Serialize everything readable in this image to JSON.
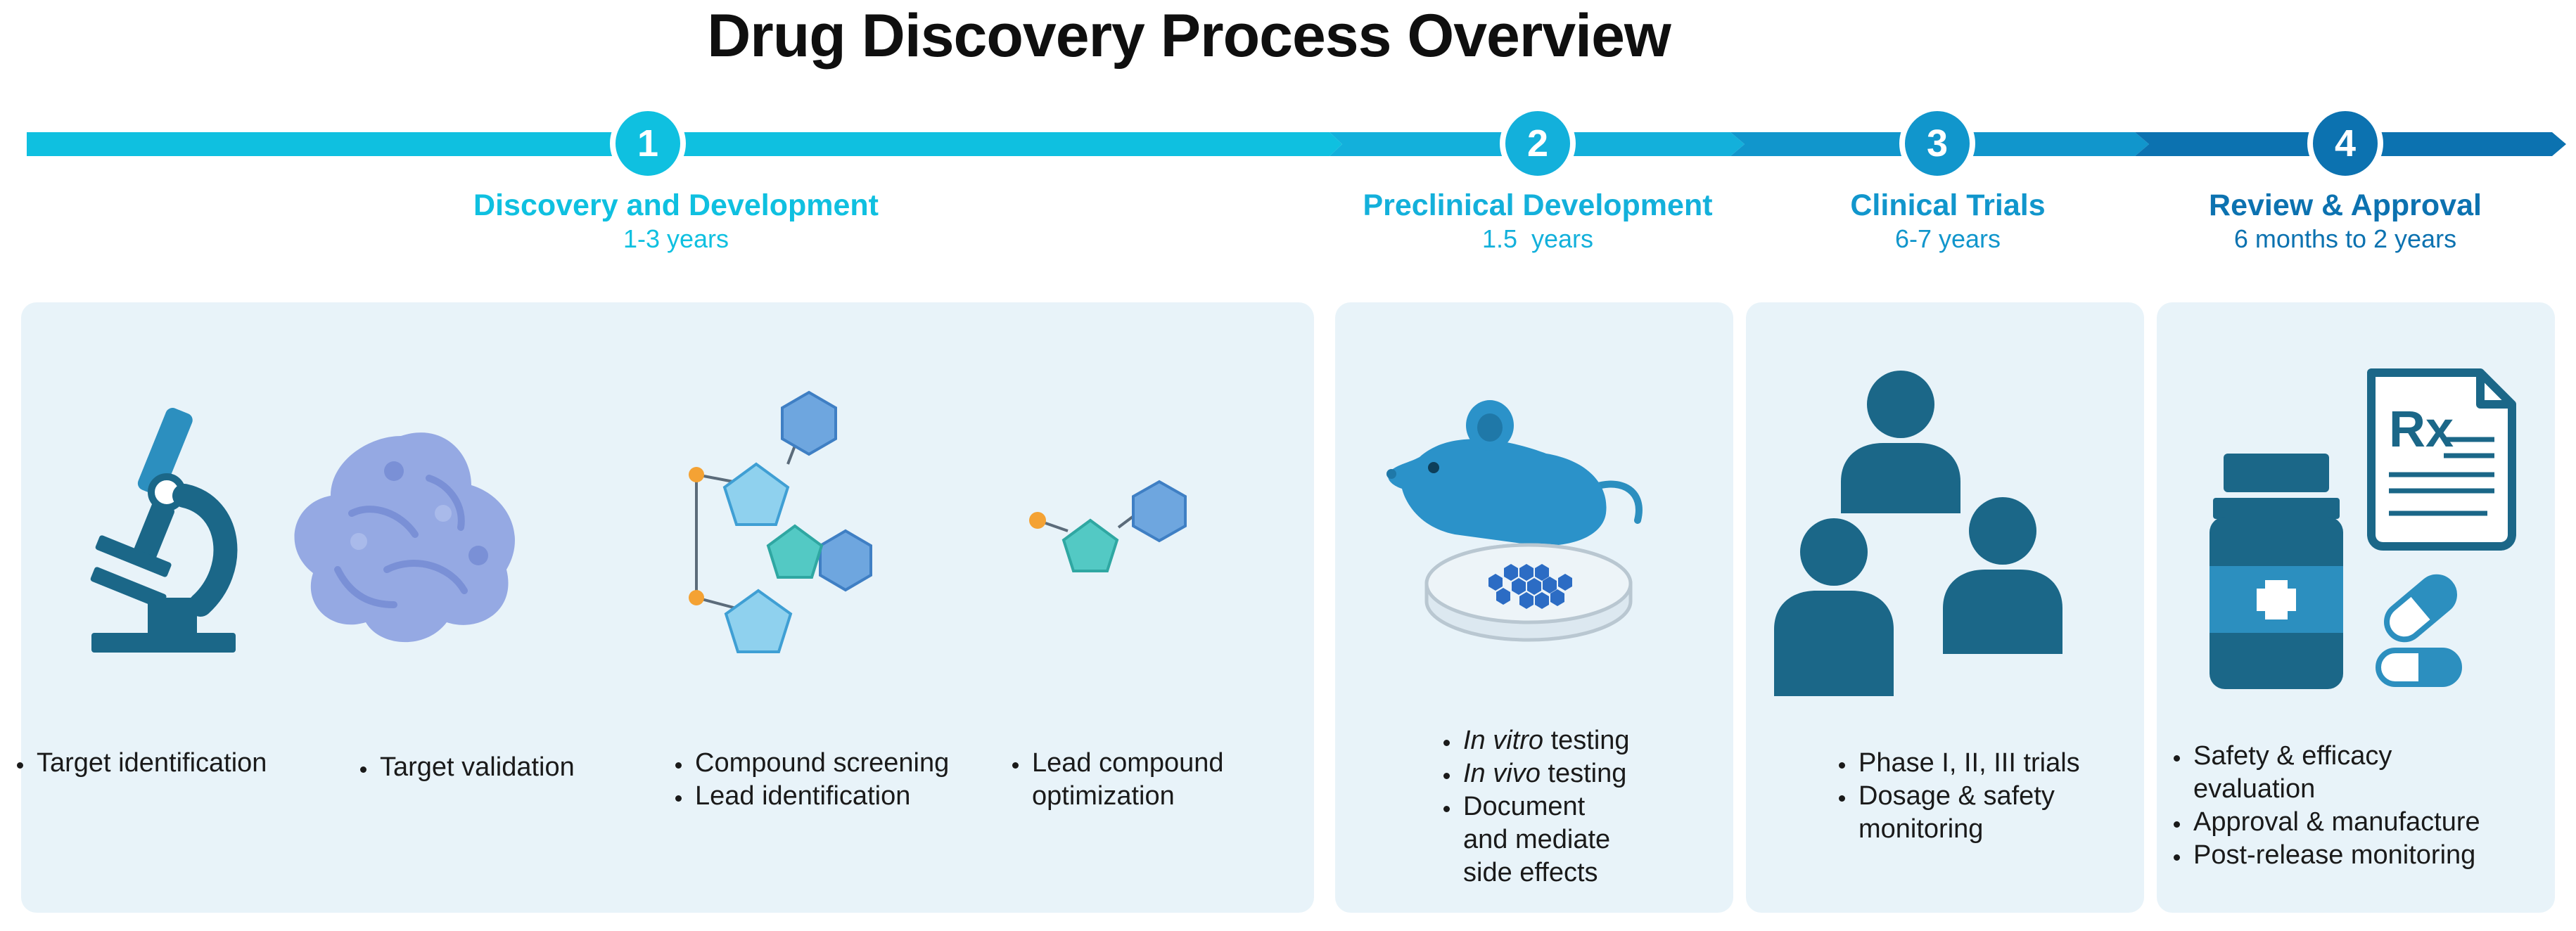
{
  "title": "Drug Discovery Process Overview",
  "colors": {
    "stage1": "#0fc0e0",
    "stage2": "#13b0db",
    "stage3": "#1196cc",
    "stage4": "#0c72b0",
    "panel_bg": "#e8f3f9",
    "icon_dark": "#1b6788",
    "icon_mid": "#2c8fbf",
    "orange_dot": "#f4a234",
    "hex_blue": "#6ea6df",
    "pent_light": "#8fd1ee",
    "teal": "#53c9c4"
  },
  "stages": [
    {
      "number": "1",
      "name": "Discovery and Development",
      "duration": "1-3 years"
    },
    {
      "number": "2",
      "name": "Preclinical Development",
      "duration": "1.5  years"
    },
    {
      "number": "3",
      "name": "Clinical Trials",
      "duration": "6-7 years"
    },
    {
      "number": "4",
      "name": "Review & Approval",
      "duration": "6 months to 2 years"
    }
  ],
  "discovery": {
    "steps": [
      {
        "icon": "microscope-icon",
        "bullets": [
          "Target identification"
        ]
      },
      {
        "icon": "protein-icon",
        "bullets": [
          "Target validation"
        ]
      },
      {
        "icon": "molecule-screening-icon",
        "bullets": [
          "Compound screening",
          "Lead identification"
        ]
      },
      {
        "icon": "lead-molecule-icon",
        "bullets": [
          "Lead compound",
          "optimization"
        ]
      }
    ]
  },
  "preclinical": {
    "icon": "mouse-petri-dish-icon",
    "bullets": [
      {
        "em": "In vitro",
        "text": " testing"
      },
      {
        "em": "In vivo",
        "text": " testing"
      },
      {
        "em": "",
        "text": "Document"
      }
    ],
    "continuation": [
      "and mediate",
      "side effects"
    ]
  },
  "clinical": {
    "icon": "people-group-icon",
    "bullets": [
      "Phase I, II, III trials",
      "Dosage & safety"
    ],
    "continuation": [
      "monitoring"
    ]
  },
  "review": {
    "icons": [
      "medicine-bottle-icon",
      "prescription-icon",
      "capsule-icon"
    ],
    "rx_label": "Rx",
    "bullets": [
      "Safety & efficacy"
    ],
    "continuation": [
      "evaluation"
    ],
    "bullets2": [
      "Approval & manufacture",
      "Post-release monitoring"
    ]
  }
}
